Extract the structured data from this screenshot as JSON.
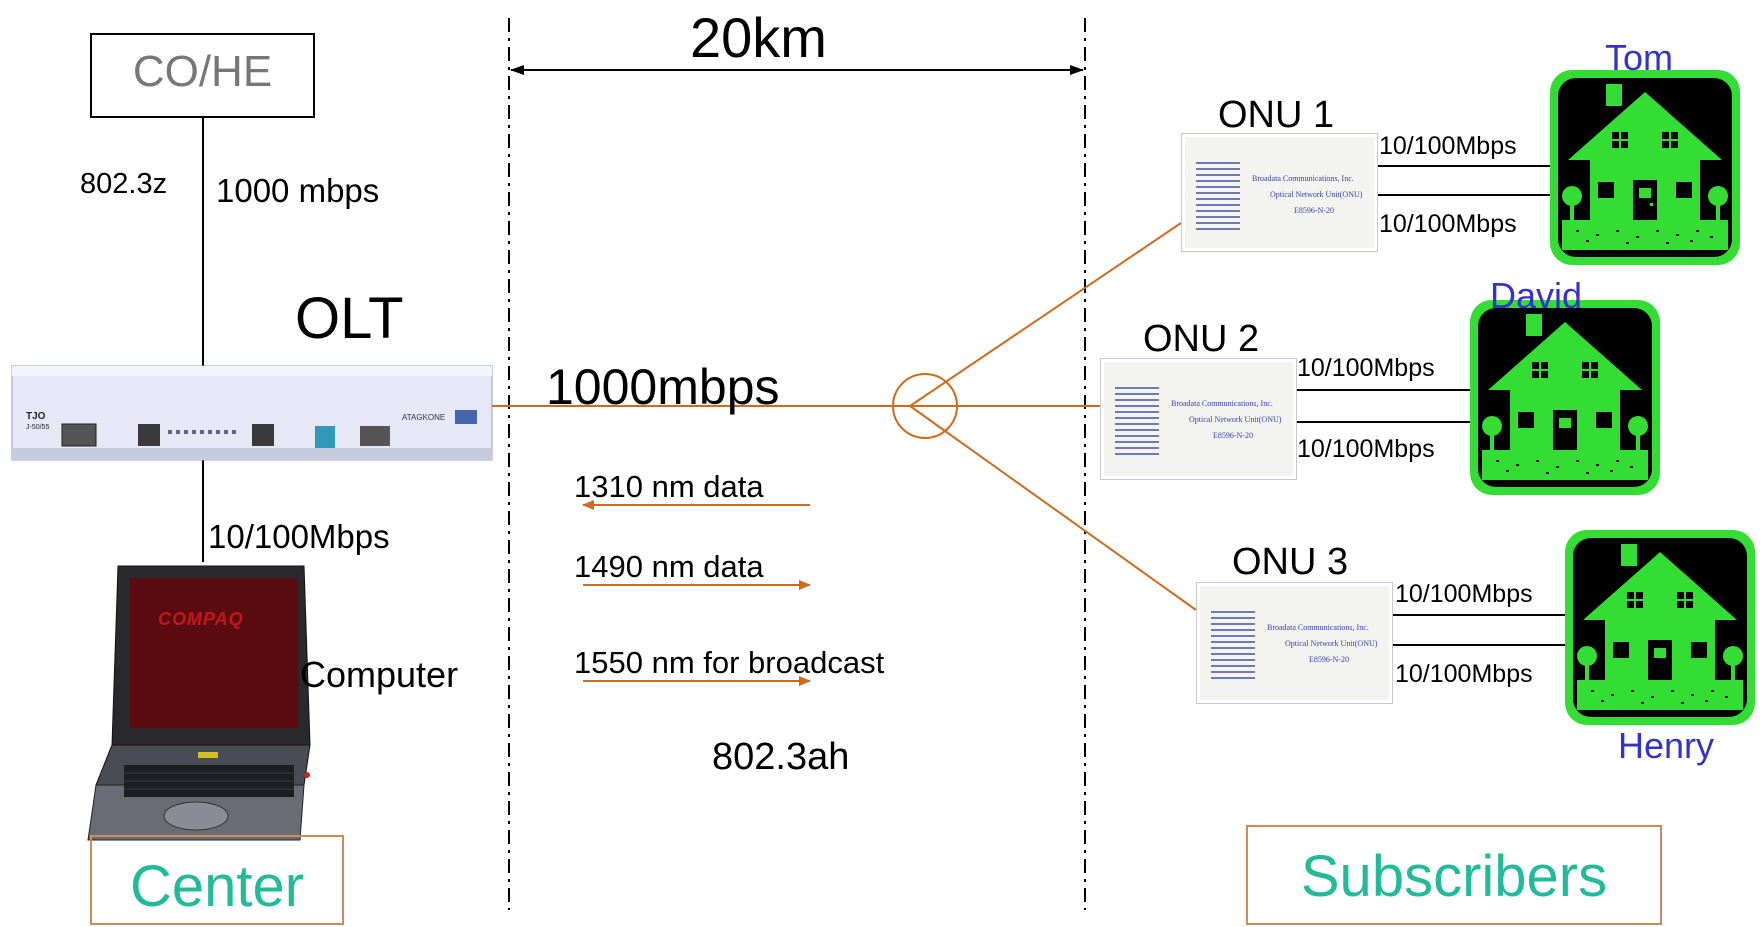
{
  "co_he": {
    "label": "CO/HE"
  },
  "distance": {
    "label": "20km"
  },
  "uplink": {
    "standard": "802.3z",
    "speed": "1000 mbps"
  },
  "olt": {
    "label": "OLT",
    "panel_brand": "TJO",
    "panel_model": "J-50/55",
    "panel_logo": "ATAGKONE"
  },
  "computer": {
    "label": "Computer",
    "speed": "10/100Mbps",
    "brand": "COMPAQ"
  },
  "trunk": {
    "speed": "1000mbps"
  },
  "wavelengths": [
    {
      "text": "1310 nm data",
      "direction": "upstream"
    },
    {
      "text": "1490 nm data",
      "direction": "downstream"
    },
    {
      "text": "1550 nm for broadcast",
      "direction": "downstream"
    }
  ],
  "standard": {
    "label": "802.3ah"
  },
  "onus": [
    {
      "label": "ONU 1",
      "link_top": "10/100Mbps",
      "link_bottom": "10/100Mbps",
      "subscriber": "Tom"
    },
    {
      "label": "ONU 2",
      "link_top": "10/100Mbps",
      "link_bottom": "10/100Mbps",
      "subscriber": "David"
    },
    {
      "label": "ONU 3",
      "link_top": "10/100Mbps",
      "link_bottom": "10/100Mbps",
      "subscriber": "Henry"
    }
  ],
  "onu_screen": {
    "line1": "Broadata Communications, Inc.",
    "line2": "Optical Network Unit(ONU)",
    "line3": "E8596-N-20"
  },
  "regions": {
    "center": "Center",
    "subscribers": "Subscribers"
  },
  "colors": {
    "fiber": "#d06a1c",
    "house": "#33dd33",
    "house_dark": "#000000",
    "subscriber_name": "#3333cc",
    "region_text": "#22bb99",
    "region_border": "#d08a5a"
  }
}
